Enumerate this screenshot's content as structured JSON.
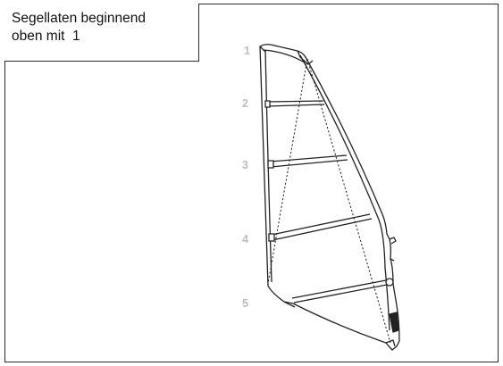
{
  "caption": {
    "line1": "Segellaten beginnend",
    "line2": "oben mit  1"
  },
  "batten_numbers": [
    "1",
    "2",
    "3",
    "4",
    "5"
  ],
  "colors": {
    "outline": "#222222",
    "number": "#bdbdbd",
    "frame": "#2b2b2b"
  }
}
